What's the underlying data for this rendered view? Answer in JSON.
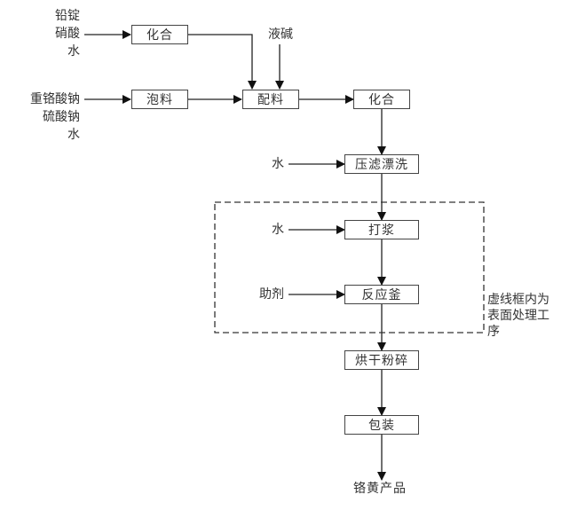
{
  "diagram": {
    "type": "process-flowchart",
    "inputs": {
      "row1": [
        "铅锭",
        "硝酸",
        "水"
      ],
      "row2": [
        "重铬酸钠",
        "硫酸钠",
        "水"
      ],
      "alkali": "液碱",
      "water_wash": "水",
      "water_slurry": "水",
      "additive": "助剂"
    },
    "nodes": {
      "combine1": "化合",
      "soak": "泡料",
      "mix": "配料",
      "combine2": "化合",
      "filter_wash": "压滤漂洗",
      "slurry": "打浆",
      "reactor": "反应釜",
      "dry_grind": "烘干粉碎",
      "package": "包装"
    },
    "output": "铬黄产品",
    "dashed_region_note": [
      "虚线框内为",
      "表面处理工",
      "序"
    ],
    "edges": [
      [
        "铅锭/硝酸/水",
        "化合"
      ],
      [
        "重铬酸钠/硫酸钠/水",
        "泡料"
      ],
      [
        "化合",
        "配料"
      ],
      [
        "泡料",
        "配料"
      ],
      [
        "液碱",
        "配料"
      ],
      [
        "配料",
        "化合"
      ],
      [
        "化合",
        "压滤漂洗"
      ],
      [
        "水",
        "压滤漂洗"
      ],
      [
        "压滤漂洗",
        "打浆"
      ],
      [
        "水",
        "打浆"
      ],
      [
        "打浆",
        "反应釜"
      ],
      [
        "助剂",
        "反应釜"
      ],
      [
        "反应釜",
        "烘干粉碎"
      ],
      [
        "烘干粉碎",
        "包装"
      ],
      [
        "包装",
        "铬黄产品"
      ]
    ]
  }
}
